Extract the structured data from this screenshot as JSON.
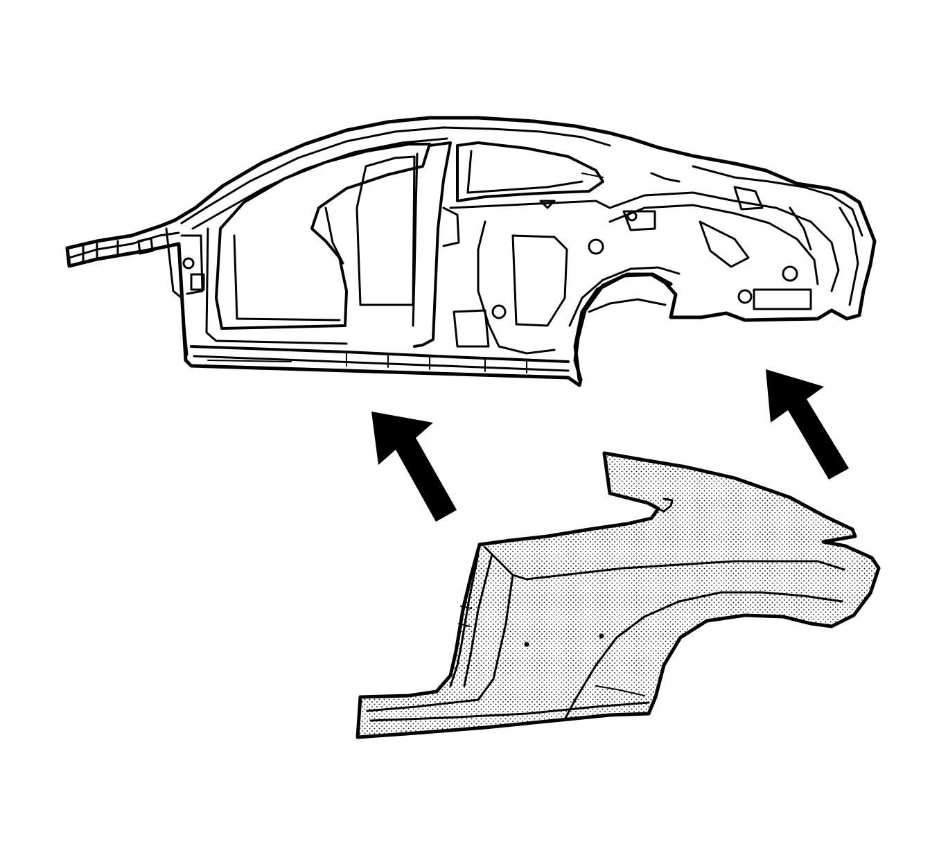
{
  "diagram": {
    "parts": [
      {
        "id": "body-side-frame",
        "icon": "car-body-side-structure"
      },
      {
        "id": "quarter-outer-panel",
        "icon": "rear-quarter-outer-panel",
        "fill_pattern": "stipple"
      }
    ],
    "arrows": [
      {
        "id": "arrow-left",
        "direction": "up-left",
        "icon": "install-direction-arrow"
      },
      {
        "id": "arrow-right",
        "direction": "up-left",
        "icon": "install-direction-arrow"
      }
    ],
    "colors": {
      "line": "#000000",
      "background": "#ffffff",
      "panel_fill": "#e8e8e8"
    }
  }
}
